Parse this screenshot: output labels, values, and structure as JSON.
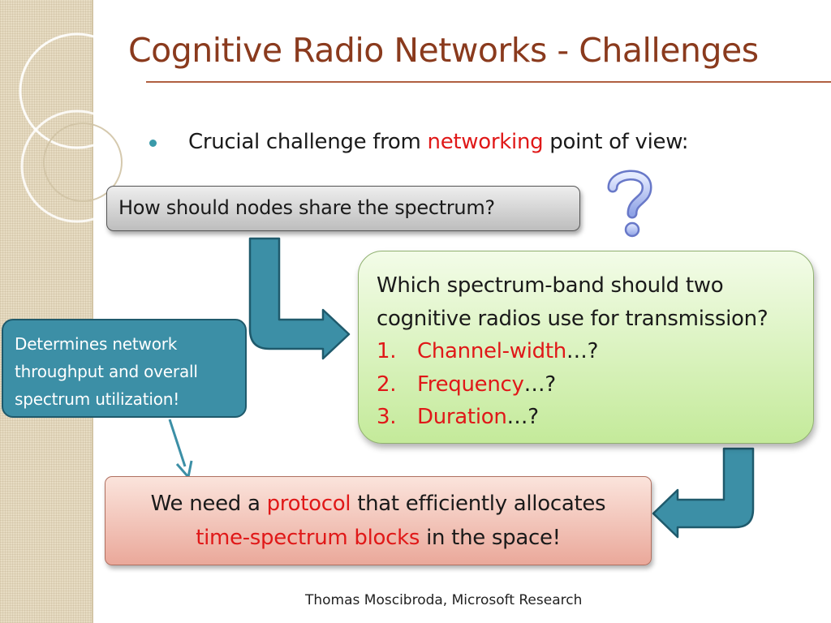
{
  "slide": {
    "title": "Cognitive Radio Networks - Challenges",
    "bullet": {
      "prefix": "Crucial challenge from ",
      "highlight": "networking",
      "suffix": " point of view:"
    },
    "question_box": "How should nodes share the spectrum?",
    "question_icon": "question-mark-icon",
    "green_box": {
      "line1": "Which spectrum-band should two",
      "line2": "cognitive radios use for transmission?",
      "items": [
        {
          "num": "1.",
          "label": "Channel-width",
          "suffix": "…?"
        },
        {
          "num": "2.",
          "label": "Frequency",
          "suffix": "…?"
        },
        {
          "num": "3.",
          "label": "Duration",
          "suffix": "…?"
        }
      ]
    },
    "blue_box": {
      "line1": "Determines network",
      "line2": "throughput and overall",
      "line3": "spectrum utilization!"
    },
    "pink_box": {
      "l1_prefix": "We need a ",
      "l1_highlight": "protocol",
      "l1_suffix": " that efficiently allocates",
      "l2_highlight": "time-spectrum blocks",
      "l2_suffix": " in the space!"
    },
    "footer": "Thomas Moscibroda, Microsoft Research",
    "colors": {
      "title": "#8a3a1d",
      "highlight": "#e01818",
      "accent_teal": "#3c8fa6",
      "strip": "#e7dcc3"
    }
  }
}
